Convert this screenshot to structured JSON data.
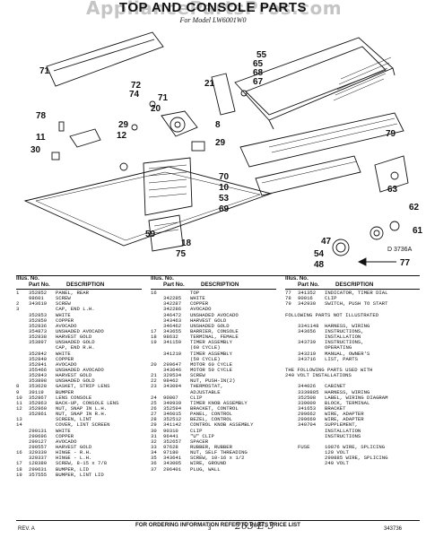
{
  "header": {
    "title": "TOP AND CONSOLE PARTS",
    "subtitle": "For Model LW6001W0",
    "watermark": "AppliancePartsPros.com"
  },
  "diagram": {
    "ref_code": "D 3736A",
    "callouts": [
      "71",
      "55",
      "65",
      "68",
      "67",
      "72",
      "21",
      "74",
      "71",
      "20",
      "8",
      "29",
      "12",
      "78",
      "11",
      "30",
      "29",
      "70",
      "10",
      "53",
      "69",
      "79",
      "63",
      "62",
      "61",
      "59",
      "18",
      "75",
      "47",
      "54",
      "48",
      "77"
    ]
  },
  "table_headers": {
    "illus_no": "Illus. No.",
    "part_no": "Part No.",
    "description": "DESCRIPTION"
  },
  "parts_columns": [
    [
      {
        "no": "1",
        "part": "352852",
        "desc": "PANEL, REAR"
      },
      {
        "no": "",
        "part": "98601",
        "desc": "SCREW"
      },
      {
        "no": "2",
        "part": "343619",
        "desc": "SCREW"
      },
      {
        "no": "3",
        "part": "",
        "desc": "CAP, END L.H."
      },
      {
        "no": "",
        "part": "352853",
        "desc": "WHITE"
      },
      {
        "no": "",
        "part": "352859",
        "desc": "COPPER"
      },
      {
        "no": "",
        "part": "352836",
        "desc": "AVOCADO"
      },
      {
        "no": "",
        "part": "354873",
        "desc": "UNSHADED AVOCADO"
      },
      {
        "no": "",
        "part": "352838",
        "desc": "HARVEST GOLD"
      },
      {
        "no": "",
        "part": "353897",
        "desc": "UNSHADED GOLD"
      },
      {
        "no": "",
        "part": "",
        "desc": "CAP, END R.H."
      },
      {
        "no": "",
        "part": "352842",
        "desc": "WHITE"
      },
      {
        "no": "",
        "part": "352840",
        "desc": "COPPER"
      },
      {
        "no": "",
        "part": "352841",
        "desc": "AVOCADO"
      },
      {
        "no": "",
        "part": "355466",
        "desc": "UNSHADED AVOCADO"
      },
      {
        "no": "",
        "part": "352843",
        "desc": "HARVEST GOLD"
      },
      {
        "no": "",
        "part": "353898",
        "desc": "UNSHADED GOLD"
      },
      {
        "no": "8",
        "part": "353628",
        "desc": "GASKET, STRIP LENS"
      },
      {
        "no": "9",
        "part": "39119",
        "desc": "BUMPER"
      },
      {
        "no": "10",
        "part": "352867",
        "desc": "LENS CONSOLE"
      },
      {
        "no": "11",
        "part": "352863",
        "desc": "BACK-UP, CONSOLE LENS"
      },
      {
        "no": "12",
        "part": "352860",
        "desc": "NUT, SNAP IN L.H."
      },
      {
        "no": "",
        "part": "352861",
        "desc": "NUT, SNAP IN R.H."
      },
      {
        "no": "13",
        "part": "",
        "desc": "SCREEN, LINT"
      },
      {
        "no": "14",
        "part": "",
        "desc": "COVER, LINT SCREEN"
      },
      {
        "no": "",
        "part": "290131",
        "desc": "WHITE"
      },
      {
        "no": "",
        "part": "299696",
        "desc": "COPPER"
      },
      {
        "no": "",
        "part": "299127",
        "desc": "AVOCADO"
      },
      {
        "no": "",
        "part": "290557",
        "desc": "HARVEST GOLD"
      },
      {
        "no": "16",
        "part": "329339",
        "desc": "HINGE - R.H."
      },
      {
        "no": "",
        "part": "329337",
        "desc": "HINGE - L.H."
      },
      {
        "no": "17",
        "part": "128380",
        "desc": "SCREW, 8-15 x 7/8"
      },
      {
        "no": "18",
        "part": "299631",
        "desc": "BUMPER, LID"
      },
      {
        "no": "19",
        "part": "357555",
        "desc": "BUMPER, LINT LID"
      }
    ],
    [
      {
        "no": "16",
        "part": "",
        "desc": "TOP"
      },
      {
        "no": "",
        "part": "342285",
        "desc": "WHITE"
      },
      {
        "no": "",
        "part": "342287",
        "desc": "COPPER"
      },
      {
        "no": "",
        "part": "342286",
        "desc": "AVOCADO"
      },
      {
        "no": "",
        "part": "346472",
        "desc": "UNSHADED AVOCADO"
      },
      {
        "no": "",
        "part": "343463",
        "desc": "HARVEST GOLD"
      },
      {
        "no": "",
        "part": "346462",
        "desc": "UNSHADED GOLD"
      },
      {
        "no": "17",
        "part": "343655",
        "desc": "BARRIER, CONSOLE"
      },
      {
        "no": "18",
        "part": "98632",
        "desc": "TERMINAL, FEMALE"
      },
      {
        "no": "19",
        "part": "341159",
        "desc": "TIMER ASSEMBLY"
      },
      {
        "no": "",
        "part": "",
        "desc": "(60 CYCLE)"
      },
      {
        "no": "",
        "part": "341210",
        "desc": "TIMER ASSEMBLY"
      },
      {
        "no": "",
        "part": "",
        "desc": "(50 CYCLE)"
      },
      {
        "no": "20",
        "part": "299647",
        "desc": "MOTOR 60 CYCLE"
      },
      {
        "no": "",
        "part": "343646",
        "desc": "MOTOR 50 CYCLE"
      },
      {
        "no": "21",
        "part": "329534",
        "desc": "SCREW"
      },
      {
        "no": "22",
        "part": "98462",
        "desc": "NUT, PUSH-IN(2)"
      },
      {
        "no": "23",
        "part": "343094",
        "desc": "THERMOSTAT,"
      },
      {
        "no": "",
        "part": "",
        "desc": "ADJUSTABLE"
      },
      {
        "no": "24",
        "part": "90807",
        "desc": "CLIP"
      },
      {
        "no": "25",
        "part": "340939",
        "desc": "TIMER KNOB ASSEMBLY"
      },
      {
        "no": "26",
        "part": "352594",
        "desc": "BRACKET, CONTROL"
      },
      {
        "no": "27",
        "part": "346015",
        "desc": "PANEL, CONTROL"
      },
      {
        "no": "28",
        "part": "352512",
        "desc": "BEZEL, CONTROL"
      },
      {
        "no": "29",
        "part": "341142",
        "desc": "CONTROL KNOB ASSEMBLY"
      },
      {
        "no": "30",
        "part": "90310",
        "desc": "CLIP"
      },
      {
        "no": "31",
        "part": "96441",
        "desc": "\"U\" CLIP"
      },
      {
        "no": "32",
        "part": "352657",
        "desc": "SPACER"
      },
      {
        "no": "33",
        "part": "97628",
        "desc": "RUBBER, RUBBER"
      },
      {
        "no": "34",
        "part": "97180",
        "desc": "NUT, SELF THREADING"
      },
      {
        "no": "35",
        "part": "343641",
        "desc": "SCREW, 10-16 x 1/2"
      },
      {
        "no": "36",
        "part": "343005",
        "desc": "WIRE, GROUND"
      },
      {
        "no": "37",
        "part": "296401",
        "desc": "PLUG, WALL"
      }
    ],
    [
      {
        "no": "77",
        "part": "341352",
        "desc": "INDICATOR, TIMER DIAL"
      },
      {
        "no": "78",
        "part": "90016",
        "desc": "CLIP"
      },
      {
        "no": "79",
        "part": "342930",
        "desc": "SWITCH, PUSH TO START"
      },
      {
        "gap": true
      },
      {
        "section": "FOLLOWING PARTS NOT ILLUSTRATED"
      },
      {
        "gap": true
      },
      {
        "no": "",
        "part": "3341148",
        "desc": "HARNESS, WIRING"
      },
      {
        "no": "",
        "part": "343656",
        "desc": "INSTRUCTIONS,"
      },
      {
        "no": "",
        "part": "",
        "desc": "INSTALLATION"
      },
      {
        "no": "",
        "part": "343739",
        "desc": "INSTRUCTIONS,"
      },
      {
        "no": "",
        "part": "",
        "desc": "OPERATING"
      },
      {
        "no": "",
        "part": "343219",
        "desc": "MANUAL, OWNER'S"
      },
      {
        "no": "",
        "part": "343716",
        "desc": "LIST, PARTS"
      },
      {
        "gap": true
      },
      {
        "section": "THE FOLLOWING PARTS USED WITH"
      },
      {
        "section": "240 VOLT INSTALLATIONS"
      },
      {
        "gap": true
      },
      {
        "no": "",
        "part": "344026",
        "desc": "CABINET"
      },
      {
        "no": "",
        "part": "3339885",
        "desc": "HARNESS, WIRING"
      },
      {
        "no": "",
        "part": "352508",
        "desc": "LABEL, WIRING DIAGRAM"
      },
      {
        "no": "",
        "part": "339009",
        "desc": "BLOCK, TERMINAL"
      },
      {
        "no": "",
        "part": "341653",
        "desc": "BRACKET"
      },
      {
        "no": "",
        "part": "299662",
        "desc": "WIRE, ADAPTER"
      },
      {
        "no": "",
        "part": "299669",
        "desc": "WIRE, ADAPTER"
      },
      {
        "no": "",
        "part": "340704",
        "desc": "SUPPLEMENT,"
      },
      {
        "no": "",
        "part": "",
        "desc": "INSTALLATION"
      },
      {
        "no": "",
        "part": "",
        "desc": "INSTRUCTIONS"
      },
      {
        "gap": true
      },
      {
        "no": "",
        "part": "FUSE",
        "desc": "10876 WIRE, SPLICING"
      },
      {
        "no": "",
        "part": "",
        "desc": "120 VOLT"
      },
      {
        "no": "",
        "part": "",
        "desc": "299885 WIRE, SPLICING"
      },
      {
        "no": "",
        "part": "",
        "desc": "240 VOLT"
      }
    ]
  ],
  "footer": {
    "note": "FOR ORDERING INFORMATION REFER TO PARTS PRICE LIST",
    "rev": "REV. A",
    "page": "3",
    "doc": "343736",
    "handwritten": "263-E-3"
  }
}
